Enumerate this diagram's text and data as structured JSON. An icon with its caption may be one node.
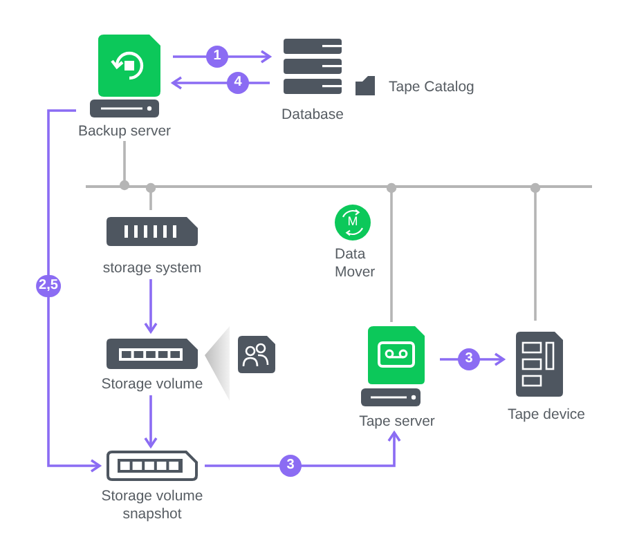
{
  "diagram": {
    "nodes": [
      {
        "text": [
          "Backup server"
        ]
      },
      {
        "text": [
          "Database"
        ],
        "beside": [
          "Tape Catalog"
        ]
      },
      {
        "text": [],
        "shape": "bar"
      },
      {
        "text": [
          "storage system"
        ]
      },
      {
        "text": [
          "Data Mover"
        ]
      },
      {
        "text": [
          "Storage volume"
        ]
      },
      {
        "text": [
          "Tape server"
        ]
      },
      {
        "text": [
          "Tape device"
        ]
      },
      {
        "text": [
          "Storage volume snapshot"
        ]
      }
    ],
    "edges": [
      {
        "from": 0,
        "to": 1,
        "arrow": "to",
        "label": "1"
      },
      {
        "from": 1,
        "to": 0,
        "arrow": "to",
        "label": "4"
      },
      {
        "from": 0,
        "to": 8,
        "arrow": "to",
        "label": "2,5"
      },
      {
        "from": 8,
        "to": 6,
        "arrow": "to",
        "label": "3"
      },
      {
        "from": 6,
        "to": 7,
        "arrow": "to",
        "label": "3"
      },
      {
        "from": 3,
        "to": 5,
        "arrow": "to"
      },
      {
        "from": 5,
        "to": 8,
        "arrow": "to"
      },
      {
        "from": 0,
        "to": 2,
        "arrow": "other",
        "color": "#b5b5b5"
      },
      {
        "from": 3,
        "to": 2,
        "arrow": "other",
        "color": "#b5b5b5"
      },
      {
        "from": 6,
        "to": 2,
        "arrow": "other",
        "color": "#b5b5b5"
      },
      {
        "from": 7,
        "to": 2,
        "arrow": "other",
        "color": "#b5b5b5"
      }
    ],
    "labels": [
      "M"
    ]
  }
}
